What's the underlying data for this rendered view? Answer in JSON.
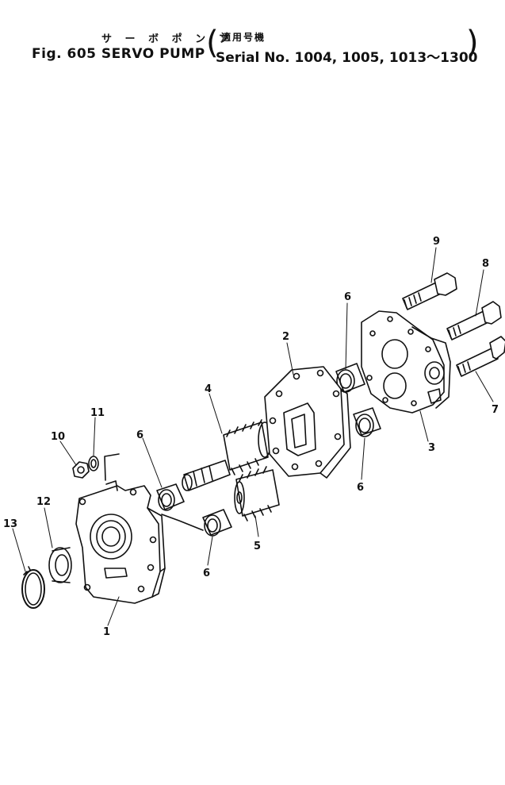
{
  "header": {
    "title_jp": "サ ー ボ ポ ン プ",
    "serial_jp": "適用号機",
    "fig_label": "Fig. 605 SERVO PUMP",
    "serial_label": "Serial No. 1004, 1005, 1013～1300"
  },
  "callouts": [
    "1",
    "2",
    "3",
    "4",
    "5",
    "6",
    "6",
    "6",
    "6",
    "7",
    "8",
    "9",
    "10",
    "11",
    "12",
    "13"
  ]
}
